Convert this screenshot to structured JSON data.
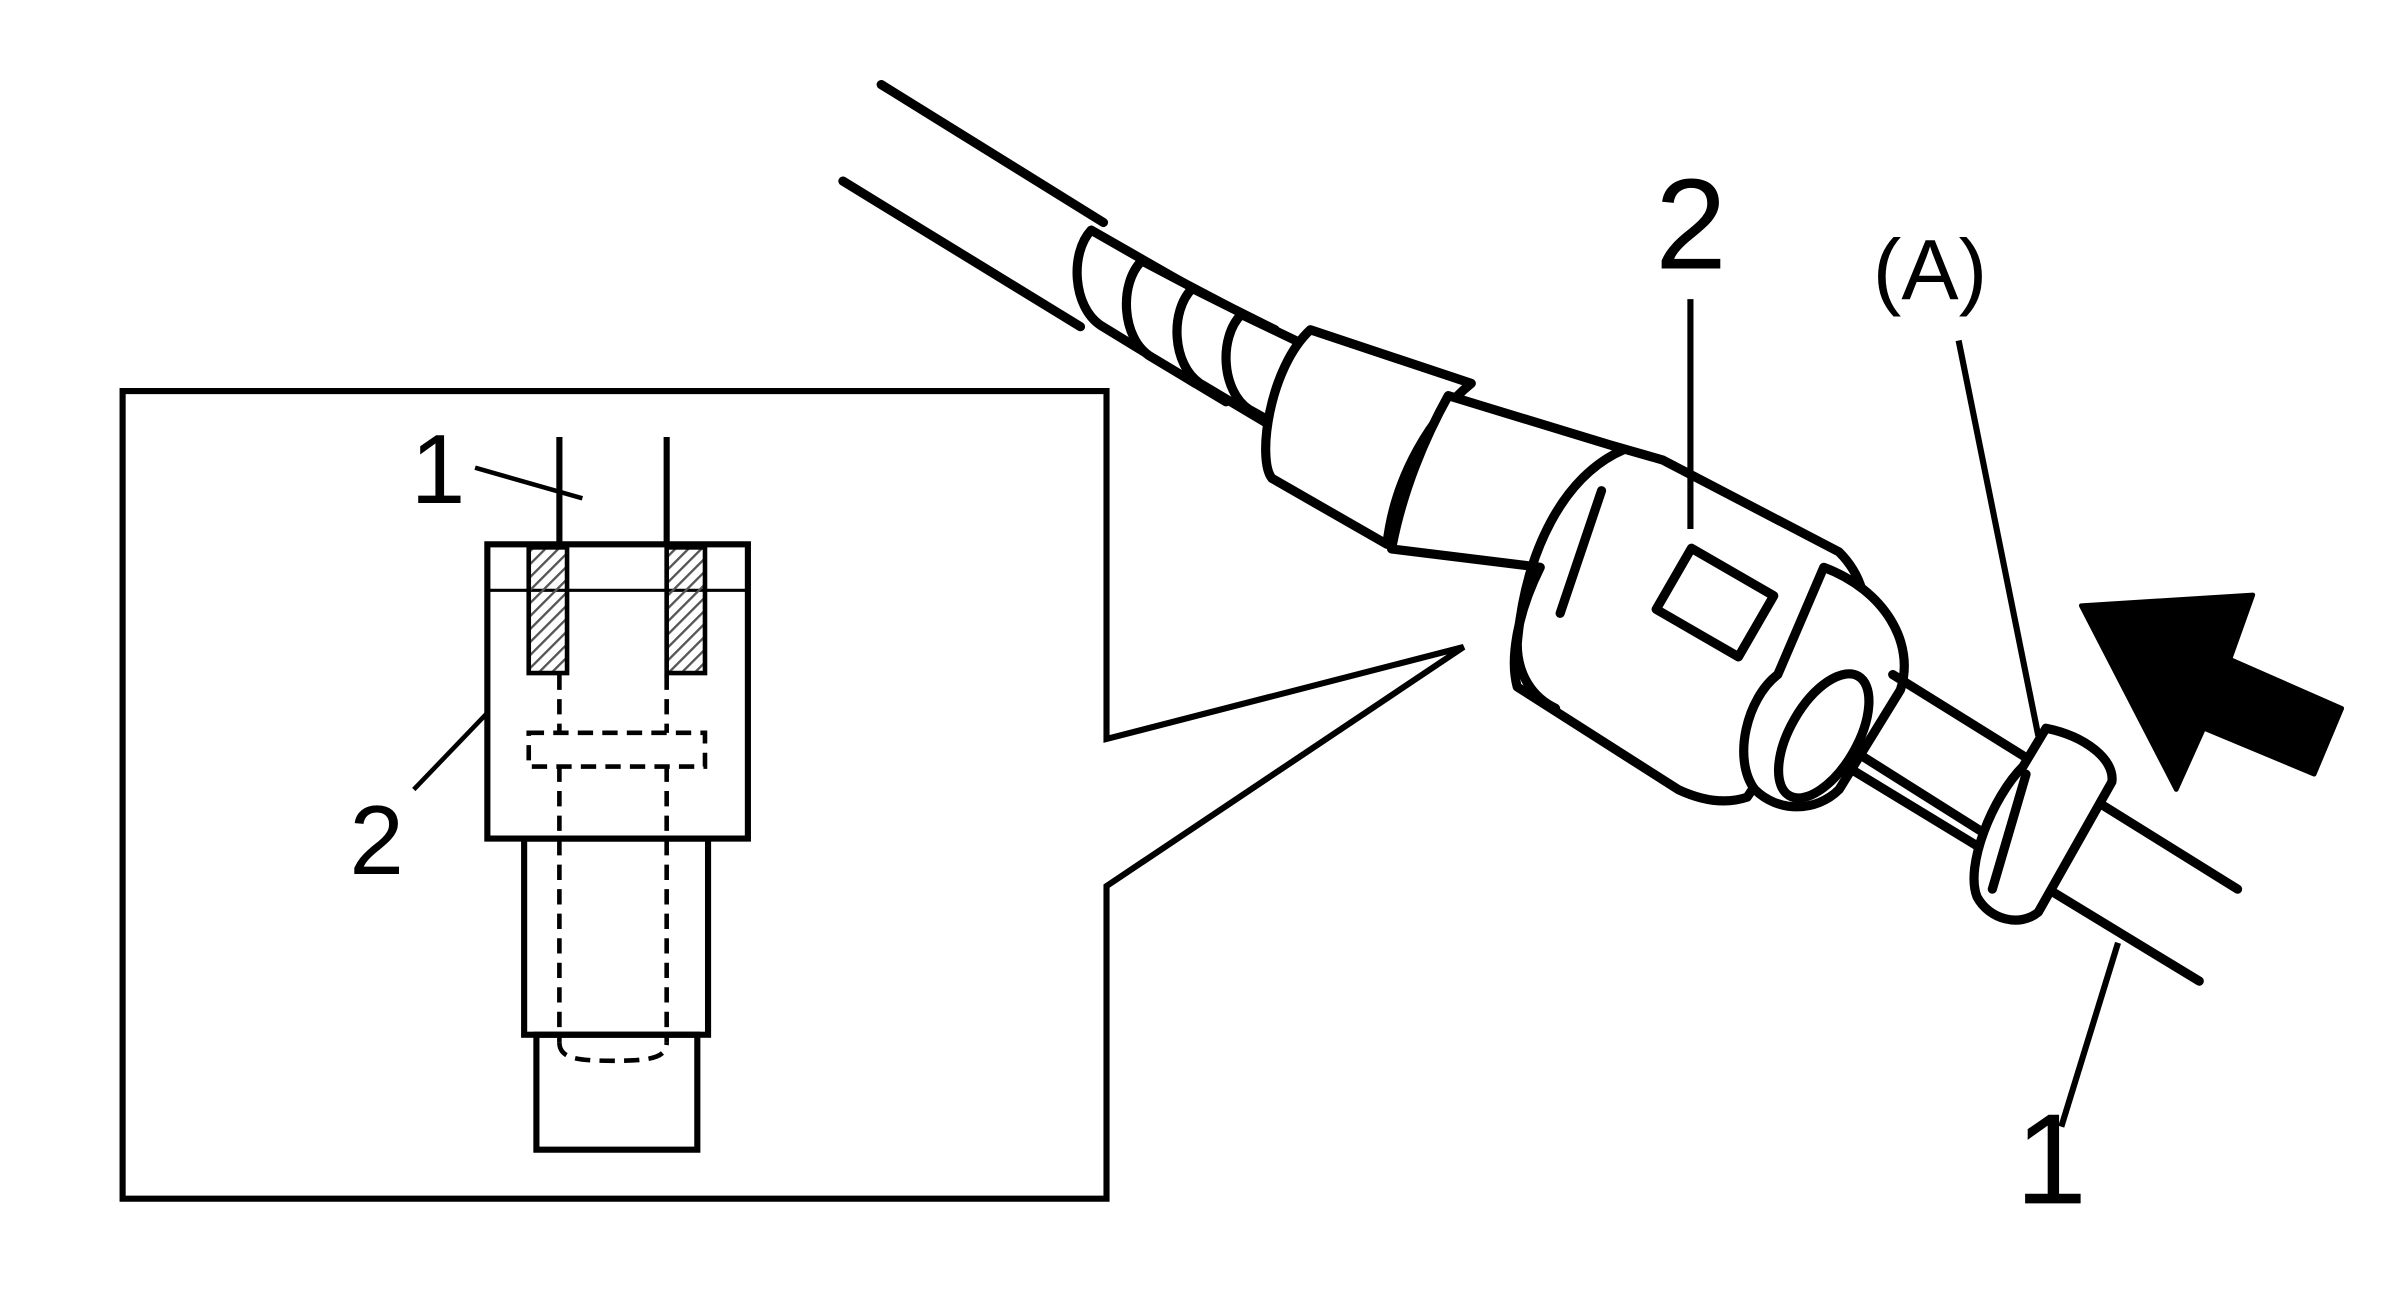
{
  "labels": {
    "callout_1": "1",
    "callout_2": "2",
    "callout_a": "(A)",
    "inset_1": "1",
    "inset_2": "2"
  },
  "colors": {
    "line": "#000000",
    "hatch": "#555555",
    "background": "#ffffff"
  },
  "icons": {
    "push_arrow": "arrow-icon"
  }
}
